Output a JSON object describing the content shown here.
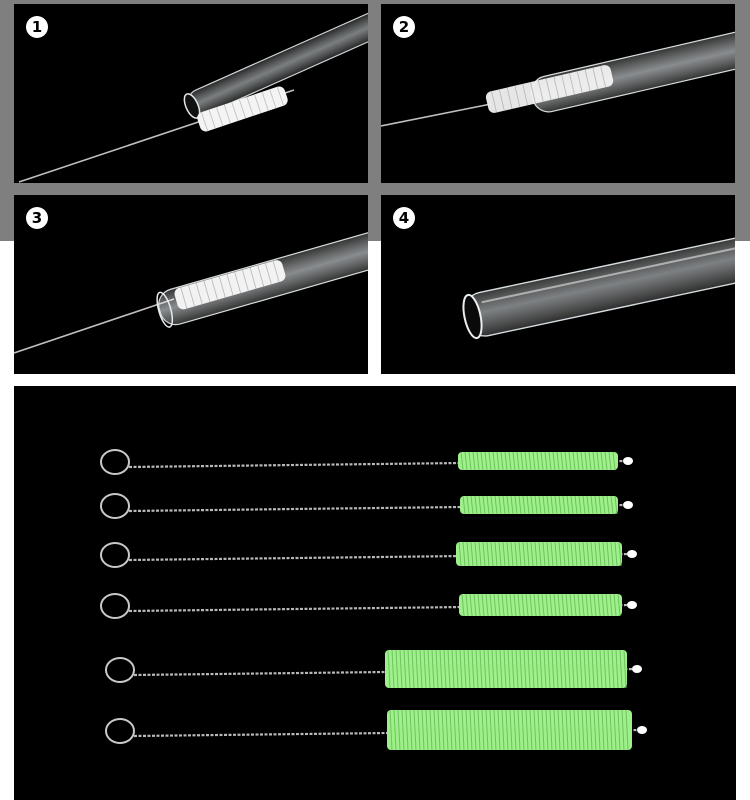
{
  "steps": [
    {
      "number": "1"
    },
    {
      "number": "2"
    },
    {
      "number": "3"
    },
    {
      "number": "4"
    }
  ],
  "product": {
    "item_count": 6,
    "bristle_color": "#9ef08a"
  },
  "colors": {
    "background": "#000000",
    "frame": "#7f7f7f",
    "glass": "#e6eef2"
  }
}
